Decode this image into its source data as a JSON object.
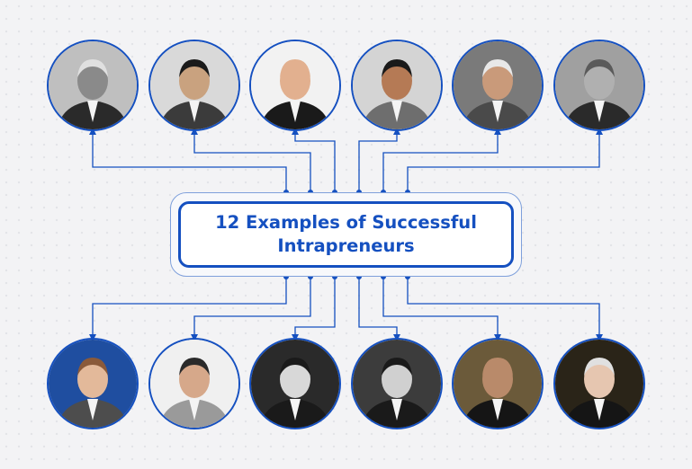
{
  "title": "12 Examples of Successful Intrapreneurs",
  "colors": {
    "accent": "#1550c0",
    "outer_border": "#7fa0db",
    "background": "#f3f3f5"
  },
  "portraits_top": [
    {
      "name": "portrait-1",
      "bg": "#bfbfbf",
      "skin": "#8a8a8a",
      "suit": "#2a2a2a",
      "hair": "#e0e0e0"
    },
    {
      "name": "portrait-2",
      "bg": "#d9d9d9",
      "skin": "#c9a27f",
      "suit": "#3b3b3b",
      "hair": "#1a1a1a"
    },
    {
      "name": "portrait-3",
      "bg": "#f2f2f2",
      "skin": "#e2b08f",
      "suit": "#1a1a1a",
      "hair": "#e2b08f"
    },
    {
      "name": "portrait-4",
      "bg": "#d4d4d4",
      "skin": "#b57a55",
      "suit": "#6e6e6e",
      "hair": "#1a1a1a"
    },
    {
      "name": "portrait-5",
      "bg": "#7a7a7a",
      "skin": "#c99a7a",
      "suit": "#4a4a4a",
      "hair": "#e8e8e8"
    },
    {
      "name": "portrait-6",
      "bg": "#a0a0a0",
      "skin": "#b0b0b0",
      "suit": "#2a2a2a",
      "hair": "#5a5a5a"
    }
  ],
  "portraits_bottom": [
    {
      "name": "portrait-7",
      "bg": "#1f4ea0",
      "skin": "#e3b99a",
      "suit": "#4d4d4d",
      "hair": "#8a5a3a"
    },
    {
      "name": "portrait-8",
      "bg": "#f0f0f0",
      "skin": "#d6a88a",
      "suit": "#9a9a9a",
      "hair": "#2a2a2a"
    },
    {
      "name": "portrait-9",
      "bg": "#2a2a2a",
      "skin": "#d8d8d8",
      "suit": "#1a1a1a",
      "hair": "#1a1a1a"
    },
    {
      "name": "portrait-10",
      "bg": "#3c3c3c",
      "skin": "#d0d0d0",
      "suit": "#1a1a1a",
      "hair": "#1a1a1a"
    },
    {
      "name": "portrait-11",
      "bg": "#6b5a3a",
      "skin": "#b98a6a",
      "suit": "#151515",
      "hair": "#b98a6a"
    },
    {
      "name": "portrait-12",
      "bg": "#2a2418",
      "skin": "#e6c6b0",
      "suit": "#151515",
      "hair": "#e0e0e0"
    }
  ]
}
